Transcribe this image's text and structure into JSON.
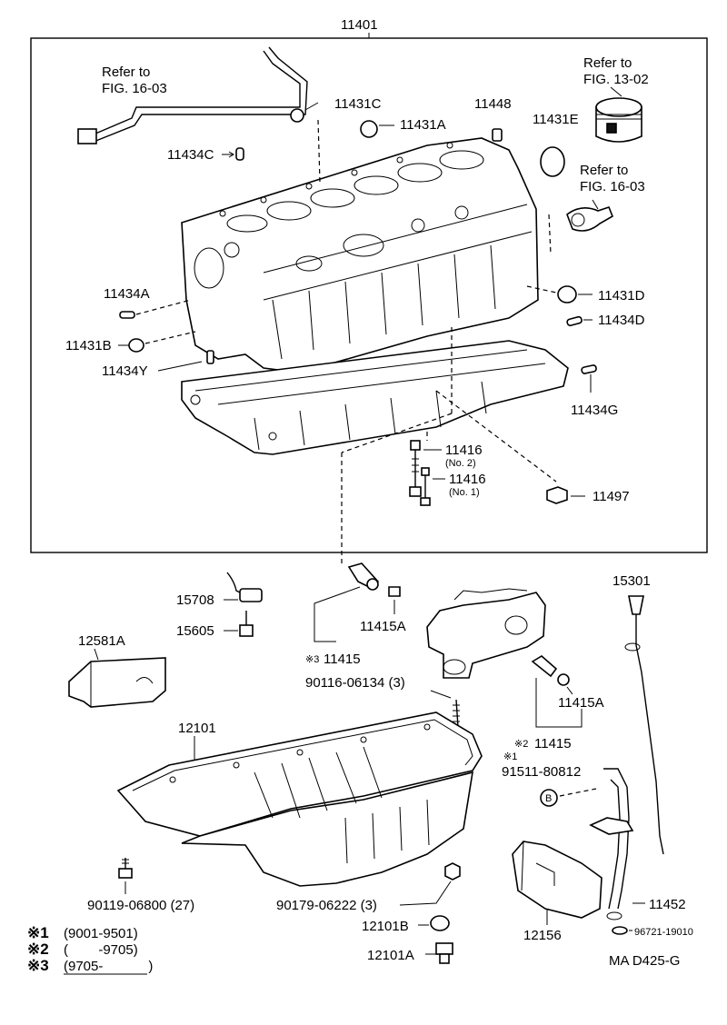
{
  "labels": {
    "l_11401": "11401",
    "l_refer1a": "Refer to",
    "l_refer1b": "FIG. 16-03",
    "l_11434C": "11434C",
    "l_11431C": "11431C",
    "l_11431A": "11431A",
    "l_11448": "11448",
    "l_11431E": "11431E",
    "l_refer2a": "Refer to",
    "l_refer2b": "FIG. 13-02",
    "l_refer3a": "Refer to",
    "l_refer3b": "FIG. 16-03",
    "l_11434A": "11434A",
    "l_11431D": "11431D",
    "l_11434D": "11434D",
    "l_11431B": "11431B",
    "l_11434Y": "11434Y",
    "l_11434G": "11434G",
    "l_11416a": "11416",
    "l_no2": "(No. 2)",
    "l_11416b": "11416",
    "l_no1": "(No. 1)",
    "l_11497": "11497",
    "l_15708": "15708",
    "l_15605": "15605",
    "l_11415A_1": "11415A",
    "l_11415_3": "11415",
    "l_mark3": "※3",
    "l_15301": "15301",
    "l_12581A": "12581A",
    "l_90116": "90116-06134 (3)",
    "l_11415A_2": "11415A",
    "l_12101": "12101",
    "l_mark2": "※2",
    "l_11415_2": "11415",
    "l_mark1": "※1",
    "l_91511": "91511-80812",
    "l_B": "B",
    "l_90119": "90119-06800 (27)",
    "l_90179": "90179-06222 (3)",
    "l_12101B": "12101B",
    "l_12156": "12156",
    "l_11452": "11452",
    "l_96721": "96721-19010",
    "l_12101A": "12101A",
    "l_ref_code": "MA D425-G"
  },
  "notes": [
    {
      "mark": "※1",
      "range": "(9001-9501)"
    },
    {
      "mark": "※2",
      "range": "(        -9705)"
    },
    {
      "mark": "※3",
      "range": "(9705-            )"
    }
  ]
}
